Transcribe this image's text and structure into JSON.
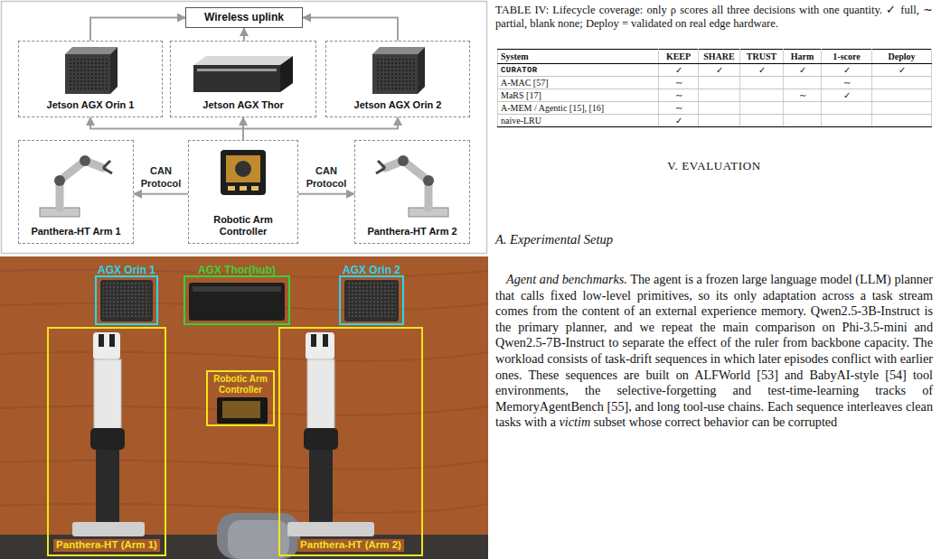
{
  "diagram": {
    "nodes": [
      {
        "text": [
          "Wireless uplink"
        ]
      },
      {
        "text": [
          "Jetson AGX Orin 1"
        ]
      },
      {
        "text": [
          "Jetson AGX Thor"
        ]
      },
      {
        "text": [
          "Jetson AGX Orin 2"
        ]
      },
      {
        "text": [
          "Panthera-HT Arm 1"
        ]
      },
      {
        "text": [
          "Robotic Arm Controller"
        ]
      },
      {
        "text": [
          "Panthera-HT Arm 2"
        ]
      },
      {
        "text": [
          "AGX Orin 1"
        ]
      },
      {
        "text": [
          "AGX Thor(hub)"
        ]
      },
      {
        "text": [
          "AGX Orin 2"
        ]
      },
      {
        "text": [
          "Panthera-HT (Arm 1)"
        ]
      },
      {
        "text": [
          "Robotic Arm Controller"
        ]
      },
      {
        "text": [
          "Panthera-HT (Arm 2)"
        ]
      }
    ],
    "edges": [
      {
        "from": 1,
        "to": 0,
        "arrow": "to"
      },
      {
        "from": 2,
        "to": 0,
        "arrow": "to"
      },
      {
        "from": 3,
        "to": 0,
        "arrow": "to"
      },
      {
        "from": 5,
        "to": 1,
        "arrow": "to"
      },
      {
        "from": 5,
        "to": 2,
        "arrow": "to"
      },
      {
        "from": 5,
        "to": 3,
        "arrow": "to"
      },
      {
        "from": 5,
        "to": 4,
        "label": "CAN Protocol",
        "arrow": "to"
      },
      {
        "from": 5,
        "to": 6,
        "label": "CAN Protocol",
        "arrow": "to"
      }
    ],
    "labels": [
      "TABLE IV: Lifecycle coverage: only ρ scores all three decisions with one quantity. ✓ full, ∼ partial, blank none; Deploy = validated on real edge hardware.",
      "System",
      "KEEP",
      "SHARE",
      "TRUST",
      "Harm",
      "1-score",
      "Deploy",
      "CURATOR",
      "✓",
      "✓",
      "✓",
      "✓",
      "✓",
      "✓",
      "A-MAC [57]",
      "∼",
      "∼",
      "MaRS [17]",
      "∼",
      "∼",
      "✓",
      "A-MEM / Agentic [15], [16]",
      "∼",
      "naive-LRU",
      "✓",
      "V. EVALUATION",
      "A. Experimental Setup",
      "Agent and benchmarks.",
      "The agent is a frozen large language model (LLM) planner that calls fixed low-level primitives, so its only adaptation across a task stream comes from the content of an external experience memory. Qwen2.5-3B-Instruct is the primary planner, and we repeat the main comparison on Phi-3.5-mini and Qwen2.5-7B-Instruct to separate the effect of the ruler from backbone capacity. The workload consists of task-drift sequences in which later episodes conflict with earlier ones. These sequences are built on ALFWorld [53] and BabyAI-style [54] tool environments, the selective-forgetting and test-time-learning tracks of MemoryAgentBench [55], and long tool-use chains. Each sequence interleaves clean tasks with a",
      "victim",
      "subset whose correct behavior can be corrupted"
    ]
  }
}
